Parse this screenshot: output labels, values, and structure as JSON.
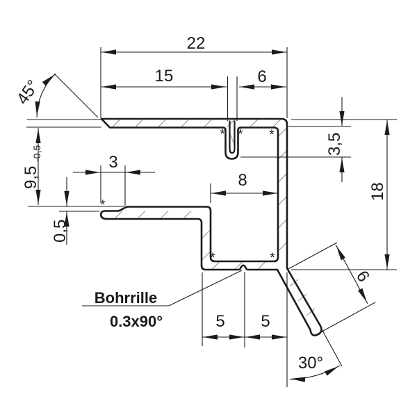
{
  "drawing": {
    "type": "technical-profile-cross-section",
    "colors": {
      "line": "#1b1b1b",
      "hatch": "#8f8f8f",
      "background": "#ffffff"
    },
    "dims": {
      "width_total": "22",
      "width_left": "15",
      "width_right": "6",
      "slot_depth": "3,5",
      "height_total": "18",
      "opening_height": "9,5",
      "opening_height_tol": "-0,5",
      "lip_tip_length": "3",
      "lip_step": "0,5",
      "box_inner_width": "8",
      "bottom_left": "5",
      "bottom_right": "5",
      "leg_length": "6",
      "leg_angle": "30°",
      "chamfer_angle": "45°"
    },
    "note": {
      "title": "Bohrrille",
      "value": "0.3x90°"
    },
    "marker": "*"
  }
}
